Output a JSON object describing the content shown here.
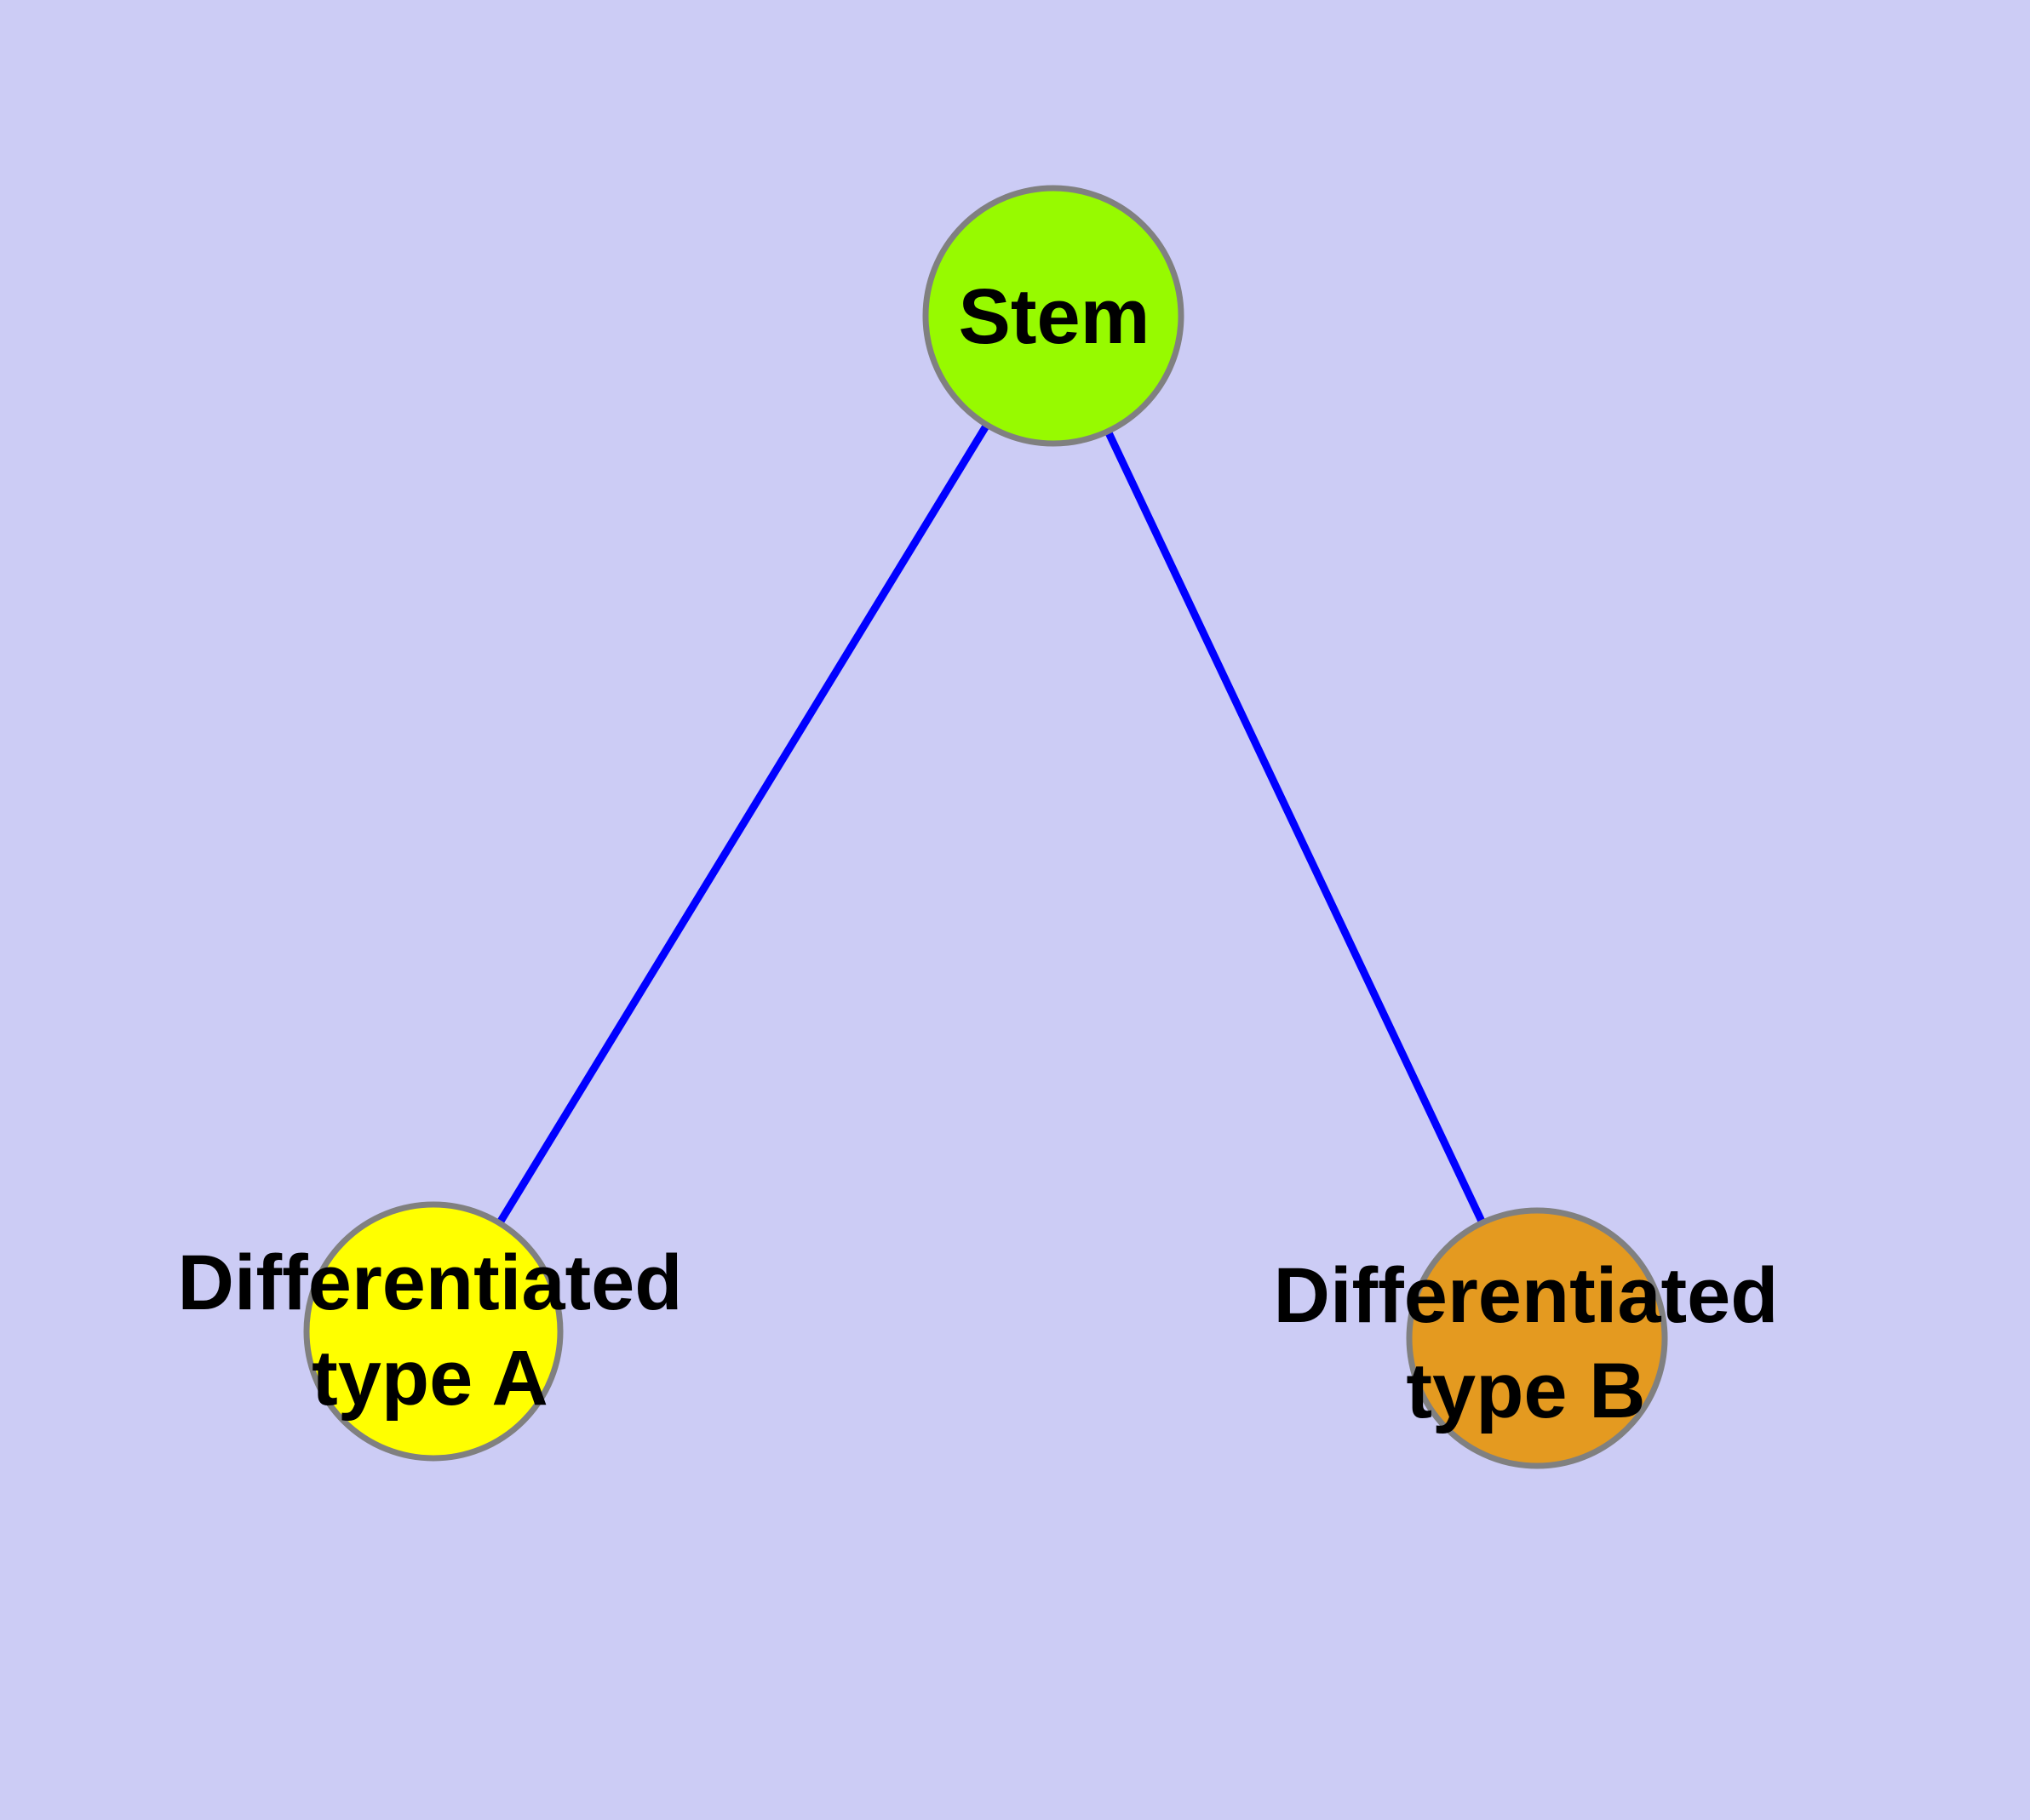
{
  "diagram": {
    "background_color": "#CCCCF5",
    "edge_color": "#0000FF",
    "node_border_color": "#808080",
    "label_color": "#000000",
    "nodes": [
      {
        "id": "stem",
        "label_lines": [
          "Stem"
        ],
        "fill": "#97FA00"
      },
      {
        "id": "differentiated-type-a",
        "label_lines": [
          "Differentiated",
          "type A"
        ],
        "fill": "#FFFF00"
      },
      {
        "id": "differentiated-type-b",
        "label_lines": [
          "Differentiated",
          "type B"
        ],
        "fill": "#E49A20"
      }
    ],
    "edges": [
      {
        "from": "Stem",
        "to": "Differentiated type A"
      },
      {
        "from": "Stem",
        "to": "Differentiated type B"
      }
    ]
  }
}
